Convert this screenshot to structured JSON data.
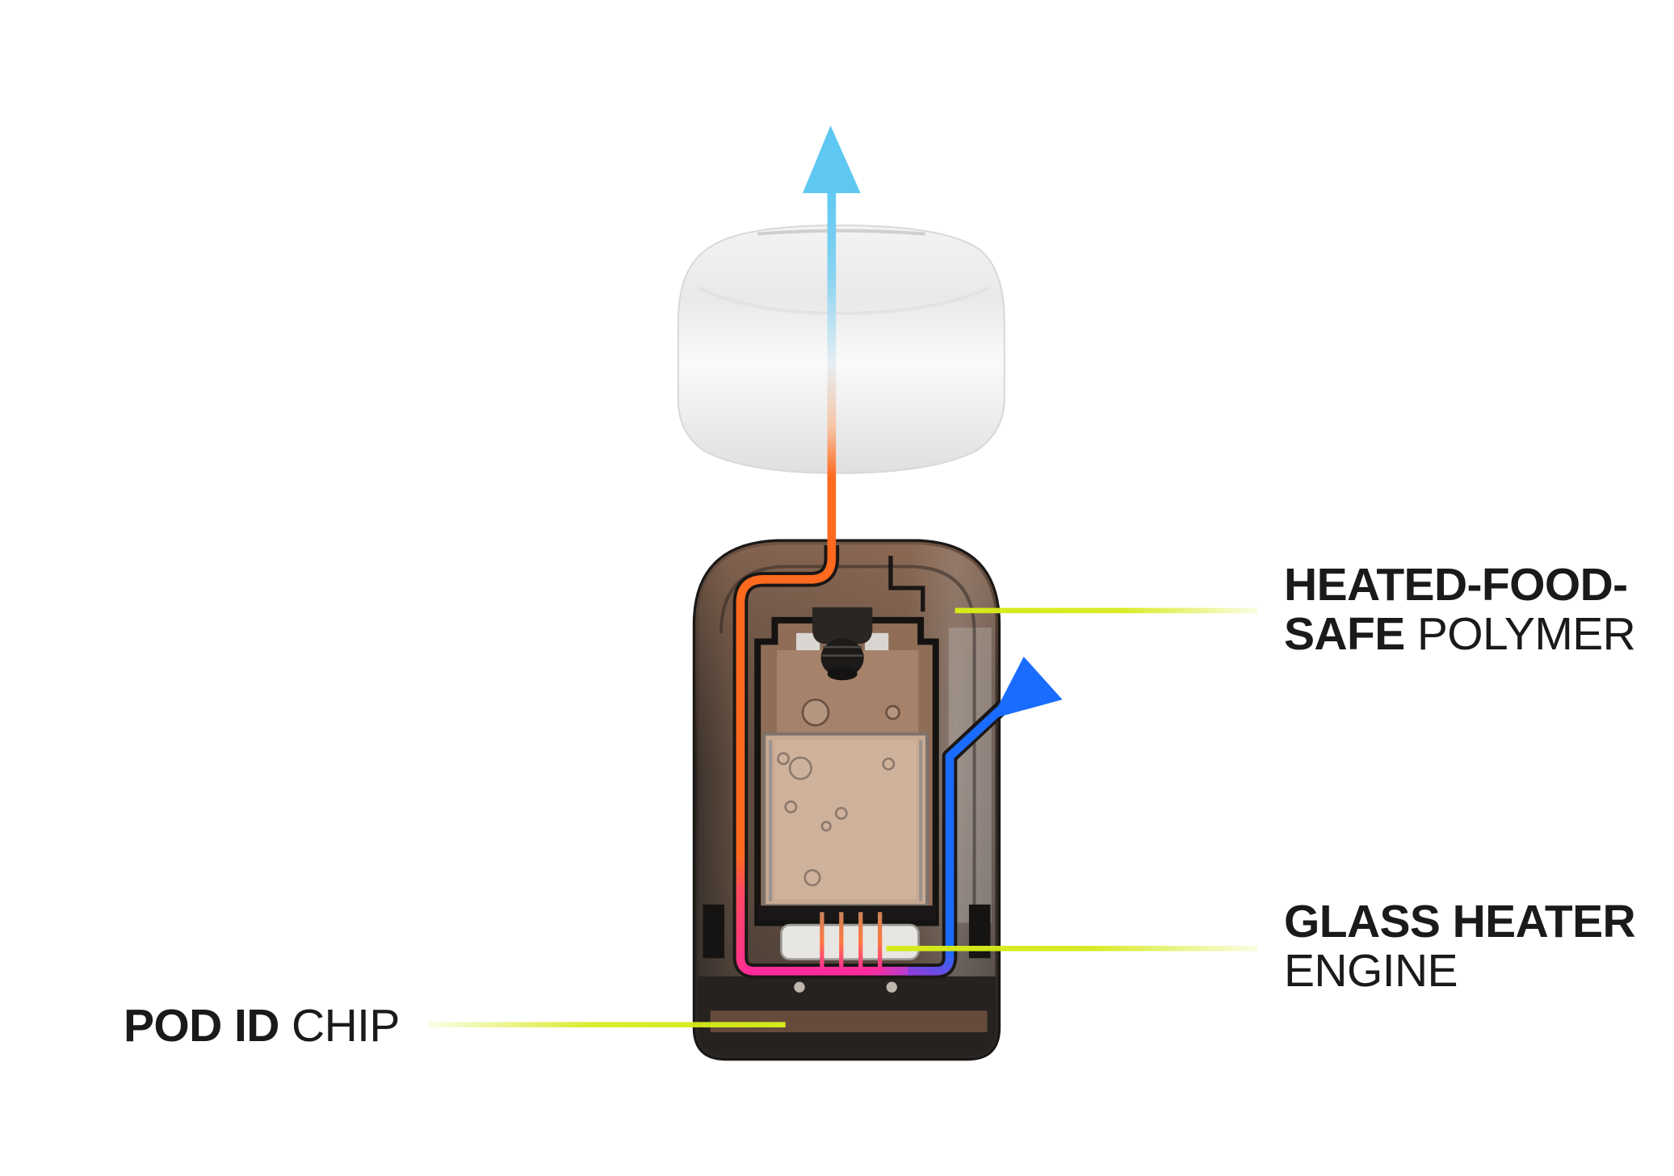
{
  "callouts": {
    "polymer": {
      "line1_bold": "HEATED-FOOD-",
      "line2_bold": "SAFE",
      "line2_regular": "POLYMER"
    },
    "heater": {
      "line1_bold": "GLASS HEATER",
      "line2_regular": "ENGINE"
    },
    "chip": {
      "bold": "POD ID",
      "regular": "CHIP"
    }
  },
  "colors": {
    "background": "#ffffff",
    "label_text": "#1a1a1a",
    "callout_line": "#d6ea1a",
    "vapor_out": "#5ec8f2",
    "heated_path": "#ff6a1f",
    "heater_path": "#ff2a9c",
    "air_in": "#1a6cff"
  },
  "icons": {
    "top_arrow": "arrow-up-icon",
    "side_arrow": "arrow-up-right-icon"
  }
}
